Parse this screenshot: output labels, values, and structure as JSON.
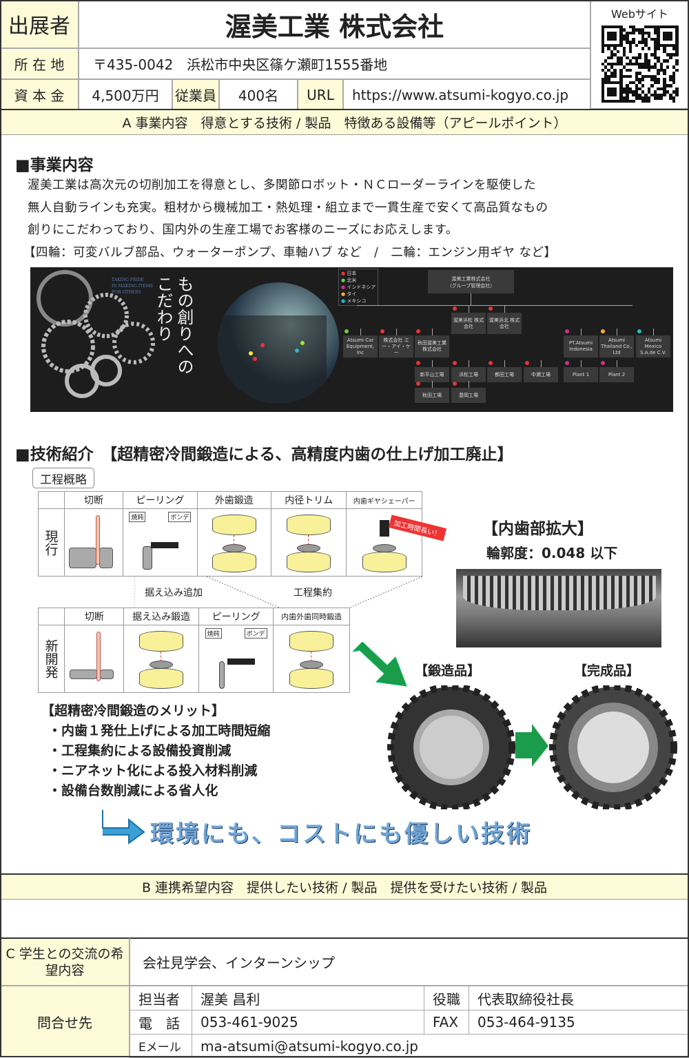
{
  "header": {
    "exhibitor_label": "出展者",
    "company_name": "渥美工業 株式会社",
    "web_label": "Webサイト",
    "address_label": "所 在 地",
    "address": "〒435-0042　浜松市中央区篠ケ瀬町1555番地",
    "capital_label": "資 本 金",
    "capital": "4,500万円",
    "employees_label": "従業員",
    "employees": "400名",
    "url_label": "URL",
    "url": "https://www.atsumi-kogyo.co.jp"
  },
  "section_a": {
    "title": "A 事業内容　得意とする技術 / 製品　特徴ある設備等（アピールポイント）",
    "business_heading": "■事業内容",
    "business_lines": [
      "渥美工業は高次元の切削加工を得意とし、多関節ロボット・ＮＣローダーラインを駆使した",
      "無人自動ラインも充実。粗材から機械加工・熱処理・組立まで一貫生産で安くて高品質なもの",
      "創りにこだわっており、国内外の生産工場でお客様のニーズにお応えします。",
      "【四輪：可変バルブ部品、ウォーターポンプ、車軸ハブ など　/　二輪：エンジン用ギヤ など】"
    ],
    "banner": {
      "tagline_en": [
        "TAKING PRIDE",
        "IN MAKING ITEMS",
        "FOR OTHERS"
      ],
      "tagline_jp": [
        "もの創りへの",
        "こだわり"
      ],
      "legend": [
        "日本",
        "北米",
        "インドネシア",
        "タイ",
        "メキシコ"
      ],
      "legend_colors": [
        "#e33",
        "#6c4",
        "#c38",
        "#fa3",
        "#2bc"
      ],
      "org": {
        "root": [
          "渥美工業株式会社",
          "（グループ管理会社）"
        ],
        "companies": [
          "Atsumi Car Equipment, Inc",
          "株式会社 エー・アイ・ケー",
          "秋田渥美工業 株式会社",
          "渥美浜松 株式会社",
          "渥美浜北 株式会社",
          "PT.Atsumi Indonesia",
          "Atsumi Thailand Co., Ltd",
          "Atsumi Mexico S.A.de C.V."
        ],
        "plants": [
          "新平山工場",
          "浜松工場",
          "都田工場",
          "中瀬工場",
          "Plant 1",
          "Plant 2",
          "秋田工場",
          "豊岡工場"
        ]
      }
    },
    "tech_heading": "■技術紹介　【超精密冷間鍛造による、高精度内歯の仕上げ加工廃止】",
    "process_label": "工程概略",
    "current": {
      "label": "現行",
      "steps": [
        "切断",
        "ピーリング",
        "外歯鍛造",
        "内径トリム",
        "内歯ギヤシェーパー"
      ],
      "warning": "加工時間長い！"
    },
    "new": {
      "label": "新開発",
      "steps": [
        "切断",
        "据え込み鍛造",
        "ピーリング",
        "内歯外歯同時鍛造"
      ]
    },
    "peel_tags": [
      "焼鈍",
      "ボンデ"
    ],
    "transitions": [
      "据え込み追加",
      "工程集約"
    ],
    "zoom_title": "【内歯部拡大】",
    "zoom_spec": "輪郭度：0.048 以下",
    "forged_label": "【鍛造品】",
    "finished_label": "【完成品】",
    "merit_title": "【超精密冷間鍛造のメリット】",
    "merits": [
      "・内歯１発仕上げによる加工時間短縮",
      "・工程集約による設備投資削減",
      "・ニアネット化による投入材料削減",
      "・設備台数削減による省人化"
    ],
    "slogan": "環境にも、コストにも優しい技術"
  },
  "section_b": {
    "title": "B 連携希望内容　提供したい技術 / 製品　提供を受けたい技術 / 製品",
    "content": ""
  },
  "section_c": {
    "label": "C 学生との交流の希望内容",
    "content": "会社見学会、インターンシップ"
  },
  "contact": {
    "label": "問合せ先",
    "person_label": "担当者",
    "person": "渥美 昌利",
    "title_label": "役職",
    "title": "代表取締役社長",
    "phone_label": "電　話",
    "phone": "053-461-9025",
    "fax_label": "FAX",
    "fax": "053-464-9135",
    "email_label": "Eメール",
    "email": "ma-atsumi@atsumi-kogyo.co.jp"
  }
}
